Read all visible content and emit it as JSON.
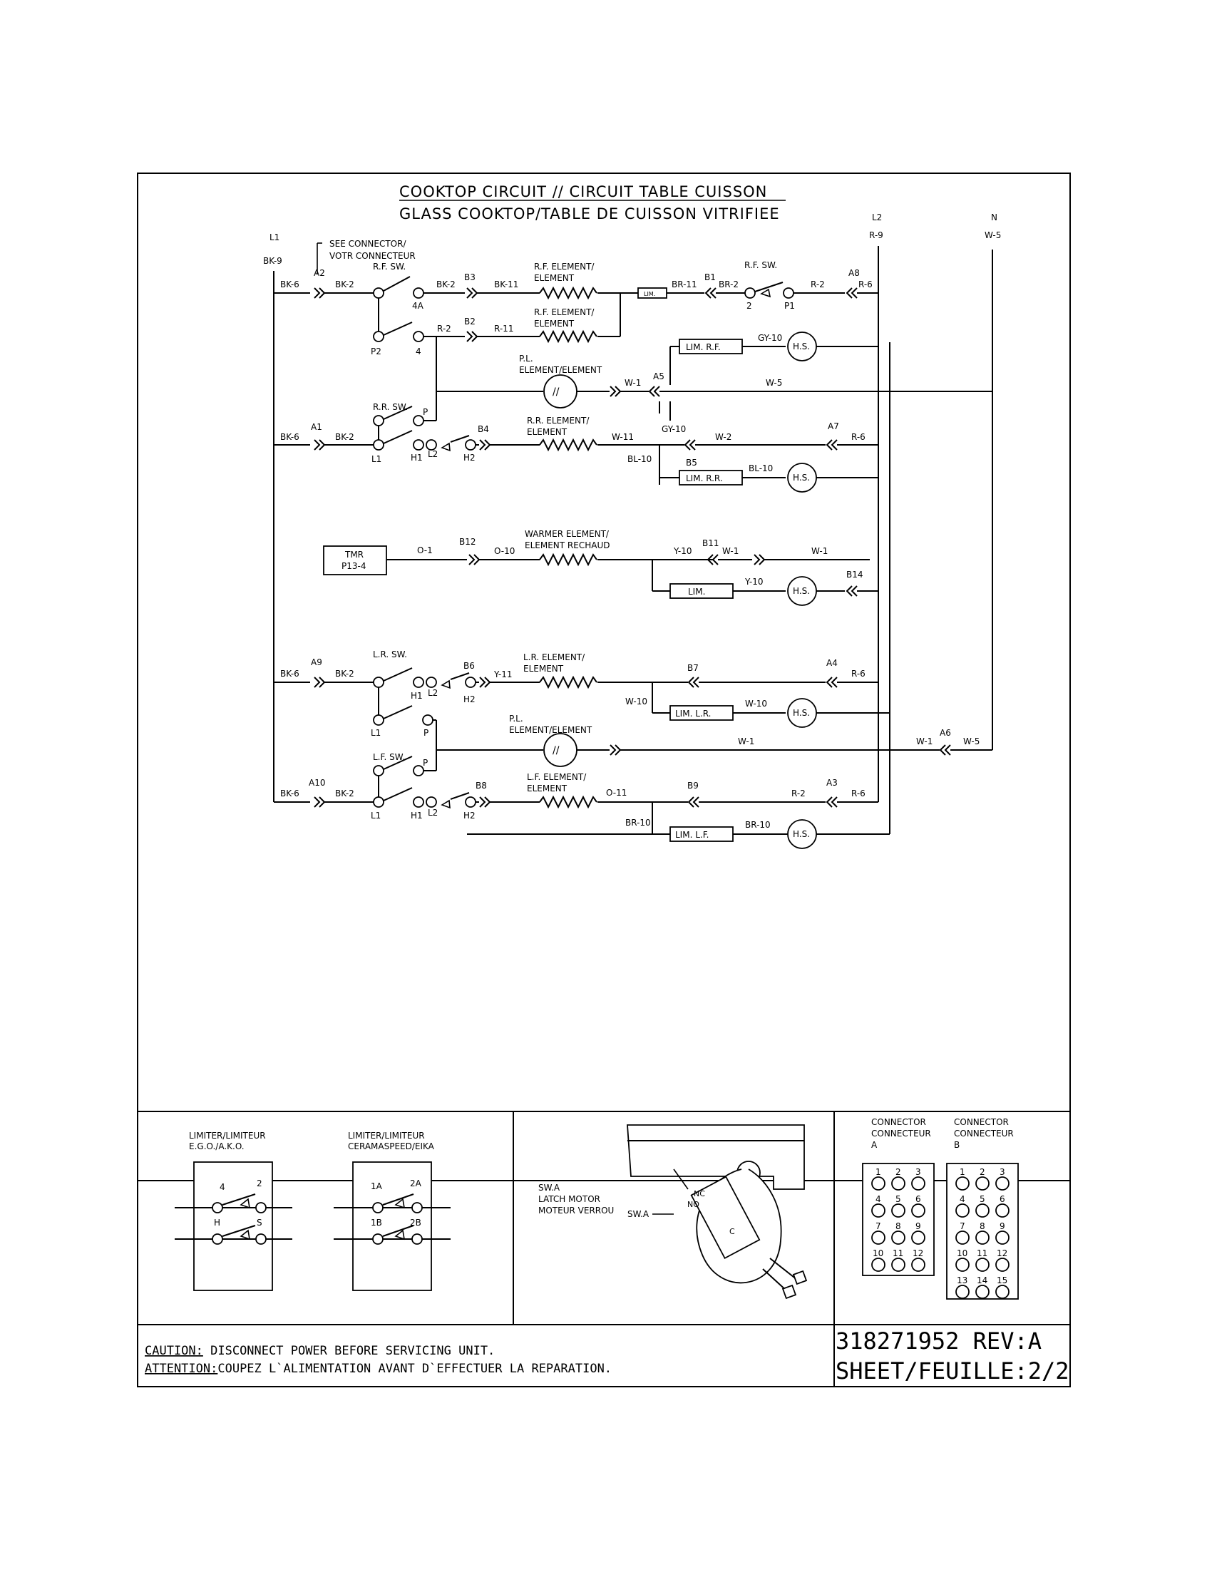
{
  "title": {
    "line1": "COOKTOP CIRCUIT // CIRCUIT TABLE CUISSON",
    "line2": "GLASS COOKTOP/TABLE DE CUISSON VITRIFIEE"
  },
  "power": {
    "l1": "L1",
    "l1_wire": "BK-9",
    "l2": "L2",
    "l2_wire": "R-9",
    "n": "N",
    "n_wire": "W-5"
  },
  "note": {
    "line1": "SEE CONNECTOR/",
    "line2": "VOTR CONNECTEUR"
  },
  "rf": {
    "wire_in": "BK-6",
    "conn_a": "A2",
    "wire_sw": "BK-2",
    "switch": "R.F. SW.",
    "t4a": "4A",
    "wire_b3a": "BK-2",
    "conn_b3": "B3",
    "wire_b3b": "BK-11",
    "elem1_l1": "R.F. ELEMENT/",
    "elem1_l2": "ELEMENT",
    "lim_small": "LIM.",
    "wire_br11": "BR-11",
    "conn_b1": "B1",
    "wire_br2": "BR-2",
    "sw2": "R.F. SW.",
    "t2": "2",
    "tp1": "P1",
    "wire_r2": "R-2",
    "conn_a8": "A8",
    "wire_r6": "R-6",
    "tp2": "P2",
    "t4": "4",
    "wire_b2a": "R-2",
    "conn_b2": "B2",
    "wire_b2b": "R-11",
    "elem2_l1": "R.F. ELEMENT/",
    "elem2_l2": "ELEMENT"
  },
  "pl_top": {
    "label1": "P.L.",
    "label2": "ELEMENT/ELEMENT",
    "wire_w1": "W-1",
    "conn_a5": "A5",
    "wire_w5": "W-5",
    "lim_rf": "LIM. R.F.",
    "wire_gy10": "GY-10",
    "hs": "H.S."
  },
  "rr": {
    "switch": "R.R. SW.",
    "p": "P",
    "wire_in": "BK-6",
    "conn_a1": "A1",
    "wire_sw": "BK-2",
    "l1": "L1",
    "h1": "H1",
    "l2": "L2",
    "h2": "H2",
    "conn_b4": "B4",
    "elem_l1": "R.R. ELEMENT/",
    "elem_l2": "ELEMENT",
    "wire_w11": "W-11",
    "wire_gy10": "GY-10",
    "wire_w2": "W-2",
    "conn_a7": "A7",
    "wire_r6": "R-6",
    "wire_bl10a": "BL-10",
    "conn_b5": "B5",
    "wire_bl10b": "BL-10",
    "lim": "LIM. R.R.",
    "hs": "H.S."
  },
  "warmer": {
    "tmr1": "TMR",
    "tmr2": "P13-4",
    "wire_o1": "O-1",
    "conn_b12": "B12",
    "wire_o10": "O-10",
    "elem_l1": "WARMER ELEMENT/",
    "elem_l2": "ELEMENT RECHAUD",
    "wire_y10": "Y-10",
    "conn_b11": "B11",
    "wire_w1a": "W-1",
    "wire_w1b": "W-1",
    "lim": "LIM.",
    "wire_y10b": "Y-10",
    "hs": "H.S.",
    "conn_b14": "B14"
  },
  "lr": {
    "wire_in": "BK-6",
    "conn_a9": "A9",
    "wire_sw": "BK-2",
    "switch": "L.R. SW.",
    "conn_b6": "B6",
    "wire_y11": "Y-11",
    "h1": "H1",
    "l2": "L2",
    "h2": "H2",
    "elem_l1": "L.R. ELEMENT/",
    "elem_l2": "ELEMENT",
    "conn_b7": "B7",
    "conn_a4": "A4",
    "wire_r6": "R-6",
    "wire_w10a": "W-10",
    "lim": "LIM. L.R.",
    "wire_w10b": "W-10",
    "hs": "H.S.",
    "l1": "L1",
    "p": "P"
  },
  "pl_bot": {
    "label1": "P.L.",
    "label2": "ELEMENT/ELEMENT",
    "wire_w1": "W-1",
    "wire_w1b": "W-1",
    "conn_a6": "A6",
    "wire_w5": "W-5"
  },
  "lf": {
    "switch": "L.F. SW.",
    "p": "P",
    "wire_in": "BK-6",
    "conn_a10": "A10",
    "wire_sw": "BK-2",
    "conn_b8": "B8",
    "elem_l1": "L.F. ELEMENT/",
    "elem_l2": "ELEMENT",
    "wire_o11": "O-11",
    "conn_b9": "B9",
    "wire_r2": "R-2",
    "conn_a3": "A3",
    "wire_r6": "R-6",
    "l1": "L1",
    "h1": "H1",
    "l2": "L2",
    "h2": "H2",
    "wire_br10a": "BR-10",
    "lim": "LIM. L.F.",
    "wire_br10b": "BR-10",
    "hs": "H.S."
  },
  "limiter1": {
    "l1": "LIMITER/LIMITEUR",
    "l2": "E.G.O./A.K.O.",
    "t4": "4",
    "t2": "2",
    "th": "H",
    "ts": "S"
  },
  "limiter2": {
    "l1": "LIMITER/LIMITEUR",
    "l2": "CERAMASPEED/EIKA",
    "t1a": "1A",
    "t2a": "2A",
    "t1b": "1B",
    "t2b": "2B"
  },
  "latch": {
    "l1": "SW.A",
    "l2": "LATCH MOTOR",
    "l3": "MOTEUR VERROU",
    "swa": "SW.A",
    "nc": "NC",
    "no": "NO",
    "c": "C"
  },
  "conn_a": {
    "l1": "CONNECTOR",
    "l2": "CONNECTEUR",
    "l3": "A",
    "pins": [
      "1",
      "2",
      "3",
      "4",
      "5",
      "6",
      "7",
      "8",
      "9",
      "10",
      "11",
      "12"
    ]
  },
  "conn_b": {
    "l1": "CONNECTOR",
    "l2": "CONNECTEUR",
    "l3": "B",
    "pins": [
      "1",
      "2",
      "3",
      "4",
      "5",
      "6",
      "7",
      "8",
      "9",
      "10",
      "11",
      "12",
      "13",
      "14",
      "15"
    ]
  },
  "footer": {
    "caution_label": "CAUTION:",
    "caution_text": " DISCONNECT POWER BEFORE SERVICING UNIT.",
    "attention_label": "ATTENTION:",
    "attention_text": "COUPEZ L`ALIMENTATION AVANT D`EFFECTUER LA REPARATION.",
    "part": "318271952 REV:A",
    "sheet": "SHEET/FEUILLE:2/2"
  }
}
